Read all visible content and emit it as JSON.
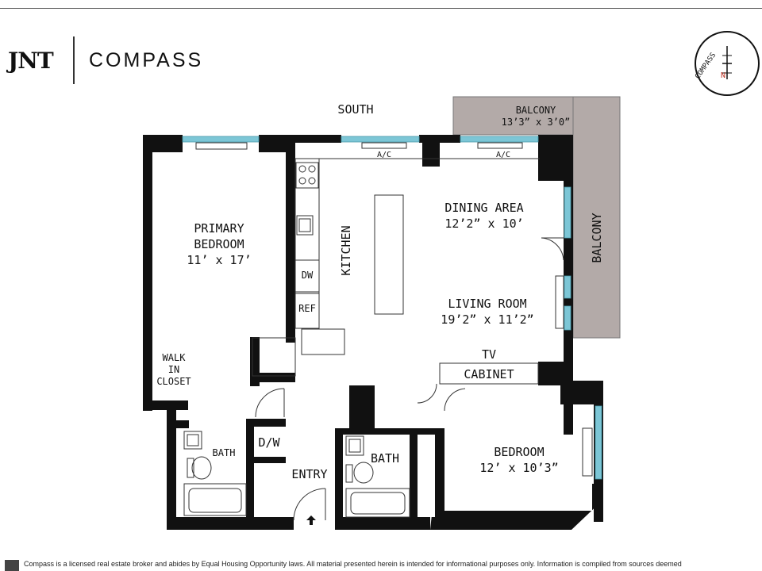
{
  "brand": {
    "primary": "JNT",
    "secondary": "COMPASS"
  },
  "compass_rose": {
    "label": "COMPASS",
    "north": "N"
  },
  "orientation": {
    "label": "SOUTH"
  },
  "rooms": {
    "balcony_top": {
      "name": "BALCONY",
      "size": "13’3” x 3’0”"
    },
    "balcony_side": {
      "name": "BALCONY"
    },
    "primary_bedroom": {
      "line1": "PRIMARY",
      "line2": "BEDROOM",
      "size": "11’ x 17’"
    },
    "kitchen": {
      "name": "KITCHEN"
    },
    "dining_area": {
      "name": "DINING AREA",
      "size": "12’2” x 10’"
    },
    "living_room": {
      "name": "LIVING ROOM",
      "size": "19’2” x 11’2”"
    },
    "bedroom": {
      "name": "BEDROOM",
      "size": "12’ x 10’3”"
    },
    "walk_in_closet": {
      "line1": "WALK",
      "line2": "IN",
      "line3": "CLOSET"
    },
    "bath_primary": {
      "name": "BATH"
    },
    "bath_second": {
      "name": "BATH"
    },
    "entry": {
      "name": "ENTRY"
    }
  },
  "fixtures": {
    "ac_left": "A/C",
    "ac_right": "A/C",
    "dishwasher": "DW",
    "refrigerator": "REF",
    "washer_dryer": "D/W",
    "tv": "TV",
    "cabinet": "CABINET"
  },
  "disclaimer": {
    "text": "Compass is a licensed real estate broker and abides by Equal Housing Opportunity laws. All material presented herein is intended for informational purposes only. Information is compiled from sources deemed"
  },
  "colors": {
    "wall": "#111111",
    "window": "#7cc6d6",
    "balcony": "#b3aaa8"
  }
}
